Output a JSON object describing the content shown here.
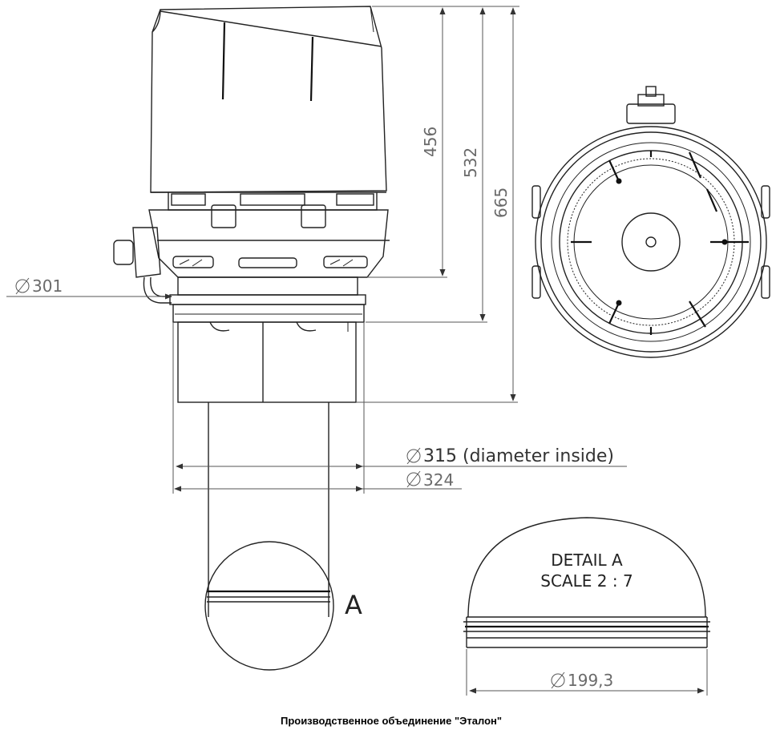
{
  "dimensions": {
    "height_456": "456",
    "height_532": "532",
    "height_665": "665",
    "diameter_301": "301",
    "diameter_315": "315 (diameter inside)",
    "diameter_324": "324",
    "diameter_199": "199,3"
  },
  "detail": {
    "marker": "A",
    "title_line1": "DETAIL A",
    "title_line2": "SCALE 2 : 7"
  },
  "footer": {
    "company": "Производственное объединение \"Эталон\""
  },
  "colors": {
    "line": "#222222",
    "dimension": "#555555",
    "text": "#6a6a6a"
  }
}
